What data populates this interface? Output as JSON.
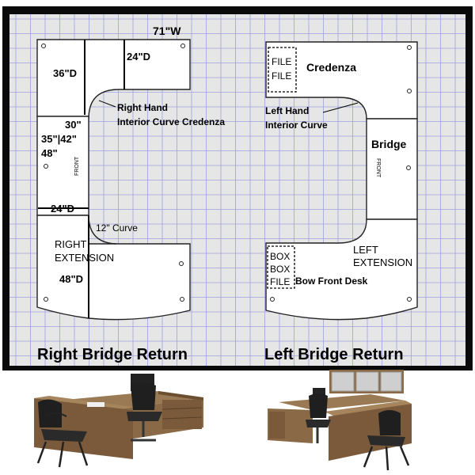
{
  "colors": {
    "frame": "#0a0a0a",
    "floor": "#e6e6e6",
    "grid": "#9fa0e0",
    "furniture": "#ffffff",
    "wood": "#8a6a46",
    "wood_dark": "#6b4f31"
  },
  "right_side": {
    "dim_width": "71\"W",
    "dim_credenza_depth": "24\"D",
    "dim_left_depth": "36\"D",
    "dims_bridge": [
      "30\"",
      "35\"|42\"",
      "48\""
    ],
    "dim_bridge_depth": "24\"D",
    "dim_extension_depth": "48\"D",
    "label_curve_credenza": [
      "Right Hand",
      "Interior Curve Credenza"
    ],
    "label_front": "FRONT",
    "label_curve": "12\" Curve",
    "label_extension": [
      "RIGHT",
      "EXTENSION"
    ],
    "title": "Right Bridge Return"
  },
  "left_side": {
    "file_labels": [
      "FILE",
      "FILE"
    ],
    "label_credenza": "Credenza",
    "label_curve": [
      "Left Hand",
      "Interior Curve"
    ],
    "label_bridge": "Bridge",
    "label_front": "FRONT",
    "label_extension": [
      "LEFT",
      "EXTENSION"
    ],
    "pedestal_labels": [
      "BOX",
      "BOX",
      "FILE"
    ],
    "label_desk": "Bow Front Desk",
    "title": "Left Bridge Return"
  },
  "photos": {
    "left": "walnut-l-shaped-desk-with-mesh-chairs",
    "right": "walnut-bridge-desk-with-hutch-and-mesh-chairs"
  }
}
